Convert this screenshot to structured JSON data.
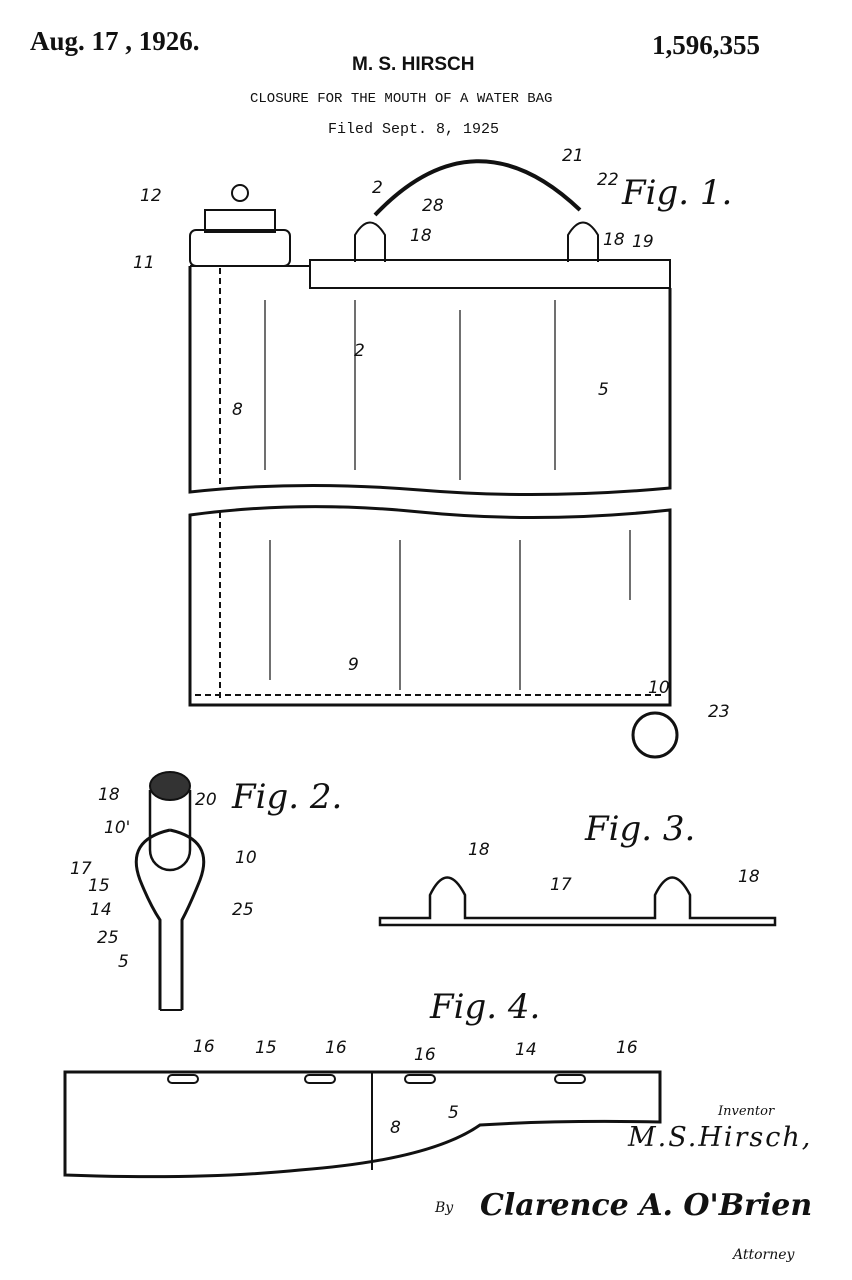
{
  "header": {
    "date": "Aug. 17 , 1926.",
    "patent_number": "1,596,355",
    "inventor_name": "M. S. HIRSCH",
    "title": "CLOSURE FOR THE MOUTH OF A WATER BAG",
    "filed": "Filed Sept. 8, 1925"
  },
  "figures": {
    "fig1": "Fig. 1.",
    "fig2": "Fig. 2.",
    "fig3": "Fig. 3.",
    "fig4": "Fig. 4."
  },
  "fig1_refs": [
    "12",
    "11",
    "2",
    "28",
    "21",
    "22",
    "18",
    "18",
    "19",
    "2",
    "5",
    "8",
    "9",
    "10",
    "23"
  ],
  "fig2_refs": [
    "18",
    "20",
    "10'",
    "10",
    "17",
    "15",
    "14",
    "25",
    "25",
    "5"
  ],
  "fig3_refs": [
    "18",
    "17",
    "18"
  ],
  "fig4_refs": [
    "16",
    "15",
    "16",
    "16",
    "14",
    "16",
    "8",
    "5"
  ],
  "signature": {
    "inventor_label": "Inventor",
    "inventor_signature": "M.S.Hirsch,",
    "by_label": "By",
    "attorney_signature": "Clarence A. O'Brien",
    "attorney_label": "Attorney"
  }
}
